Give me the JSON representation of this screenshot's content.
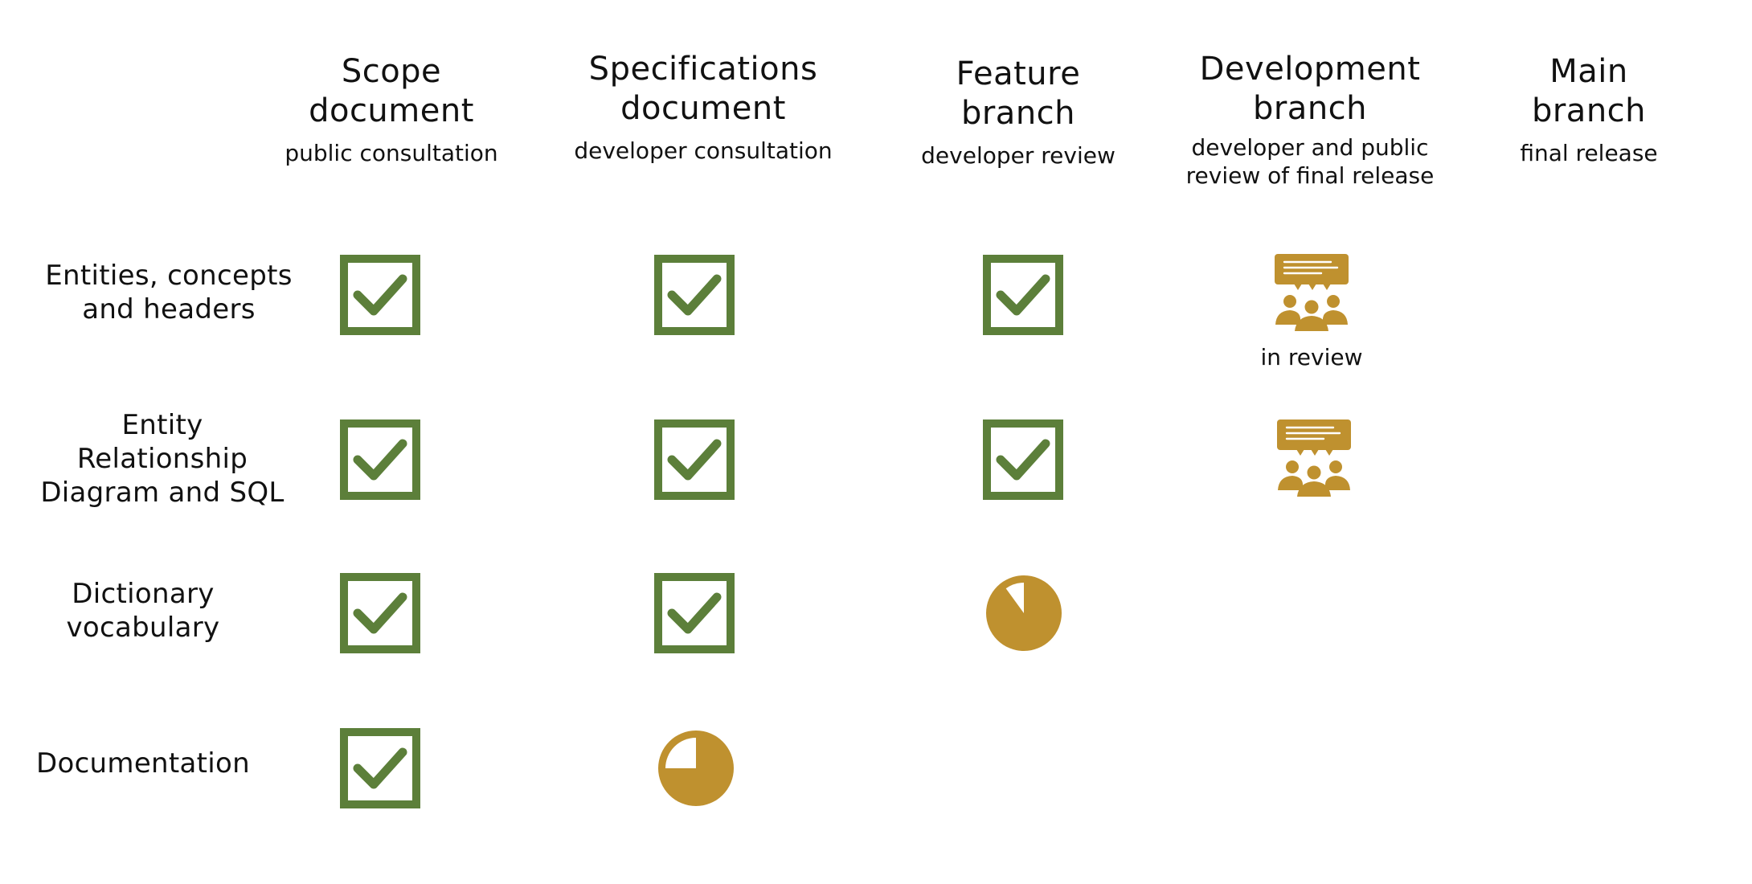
{
  "colors": {
    "check_green": "#5c7f3a",
    "progress_gold": "#bf912f",
    "text": "#111111"
  },
  "columns": [
    {
      "title_line1": "Scope",
      "title_line2": "document",
      "subtitle": "public consultation"
    },
    {
      "title_line1": "Specifications",
      "title_line2": "document",
      "subtitle": "developer consultation"
    },
    {
      "title_line1": "Feature",
      "title_line2": "branch",
      "subtitle": "developer review"
    },
    {
      "title_line1": "Development",
      "title_line2": "branch",
      "subtitle_line1": "developer and public",
      "subtitle_line2": "review of final release"
    },
    {
      "title_line1": "Main",
      "title_line2": "branch",
      "subtitle": "final release"
    }
  ],
  "rows": [
    {
      "label_lines": [
        "Entities, concepts",
        "and headers"
      ],
      "statuses": [
        "complete",
        "complete",
        "complete",
        "in-review",
        ""
      ],
      "review_caption": "in review"
    },
    {
      "label_lines": [
        "Entity",
        "Relationship",
        "Diagram and SQL"
      ],
      "statuses": [
        "complete",
        "complete",
        "complete",
        "in-review",
        ""
      ]
    },
    {
      "label_lines": [
        "Dictionary",
        "vocabulary"
      ],
      "statuses": [
        "complete",
        "complete",
        "partial",
        "",
        ""
      ],
      "partial_fraction": 0.9
    },
    {
      "label_lines": [
        "Documentation"
      ],
      "statuses": [
        "complete",
        "partial",
        "",
        "",
        ""
      ],
      "partial_fraction": 0.75
    }
  ],
  "icons": {
    "complete": "checkbox-checked-icon",
    "in-review": "group-discussion-icon",
    "partial": "progress-pie-icon"
  }
}
